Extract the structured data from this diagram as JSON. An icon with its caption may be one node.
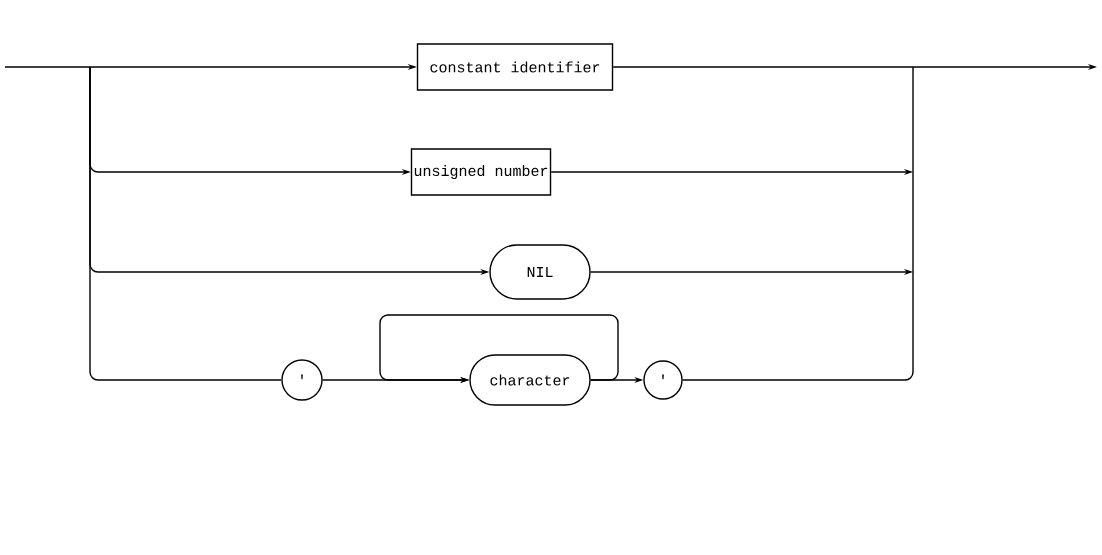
{
  "diagram": {
    "nodes": [
      {
        "text": [
          "constant identifier"
        ]
      },
      {
        "text": [
          "unsigned number"
        ]
      },
      {
        "text": [
          "NIL"
        ]
      },
      {
        "text": [
          "'"
        ]
      },
      {
        "text": [
          "character"
        ]
      },
      {
        "text": [
          "'"
        ]
      }
    ],
    "edges": [
      {
        "from": null,
        "to": 0,
        "arrow": "to"
      },
      {
        "from": null,
        "to": 1,
        "arrow": "to"
      },
      {
        "from": null,
        "to": 2,
        "arrow": "to"
      },
      {
        "from": null,
        "to": 3,
        "arrow": "none"
      },
      {
        "from": 3,
        "to": 4,
        "arrow": "to"
      },
      {
        "from": 4,
        "to": 4,
        "arrow": "to"
      },
      {
        "from": 4,
        "to": 5,
        "arrow": "to"
      },
      {
        "from": 0,
        "to": null,
        "arrow": "to"
      },
      {
        "from": 1,
        "to": null,
        "arrow": "to"
      },
      {
        "from": 2,
        "to": null,
        "arrow": "to"
      },
      {
        "from": 5,
        "to": null,
        "arrow": "none"
      }
    ]
  }
}
